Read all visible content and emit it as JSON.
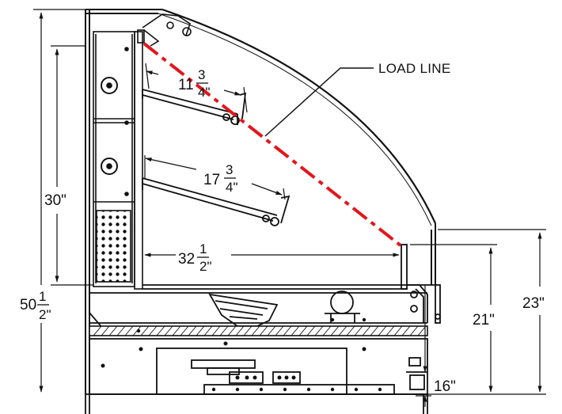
{
  "colors": {
    "line": "#111111",
    "load_line": "#e3161b",
    "background": "#ffffff"
  },
  "labels": {
    "load_line": "LOAD LINE",
    "height_30": "30\"",
    "total_height_whole": "50",
    "total_height_num": "1",
    "total_height_den": "2\"",
    "shelf_upper_whole": "11",
    "shelf_upper_num": "3",
    "shelf_upper_den": "4\"",
    "shelf_lower_whole": "17",
    "shelf_lower_num": "3",
    "shelf_lower_den": "4\"",
    "deck_whole": "32",
    "deck_num": "1",
    "deck_den": "2\"",
    "height_23": "23\"",
    "height_21": "21\"",
    "height_16": "16\""
  }
}
